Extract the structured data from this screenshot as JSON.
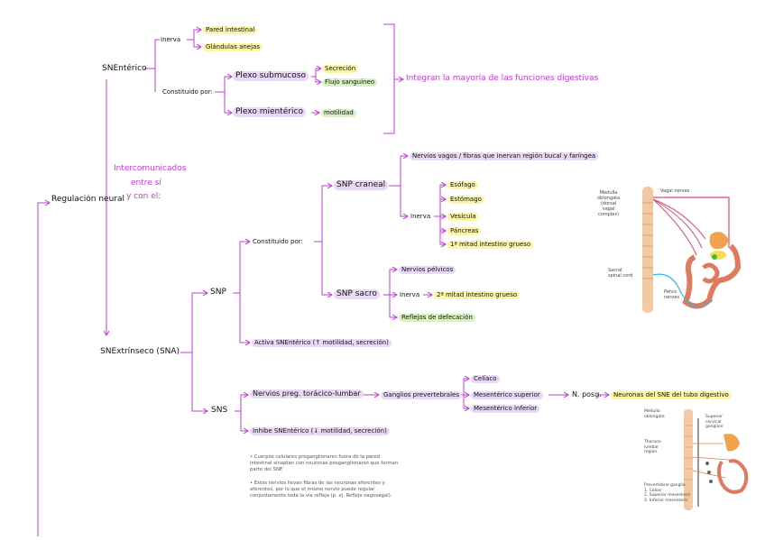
{
  "regulacion": "Regulación neural",
  "interconexion": [
    "Intercomunicados",
    "entre sí",
    "y con el:"
  ],
  "sne": {
    "label": "SNEntérico",
    "inerva": "Inerva",
    "inerva_items": [
      "Pared intestinal",
      "Glándulas anejas"
    ],
    "constituido": "Constituido por:",
    "submucoso": "Plexo submucoso",
    "submucoso_items": [
      "Secreción",
      "Flujo sanguíneo"
    ],
    "mienterico": "Plexo mientérico",
    "mienterico_item": "motilidad",
    "funcion": "Integran la mayoría de las funciones digestivas"
  },
  "sna": {
    "label": "SNExtrínseco (SNA)",
    "snp": {
      "label": "SNP",
      "constituido": "Constituido por:",
      "craneal": "SNP craneal",
      "craneal_nervios": "Nervios vagos / fibras que inervan región bucal y faríngea",
      "inerva": "Inerva",
      "craneal_items": [
        "Esófago",
        "Estómago",
        "Vesícula",
        "Páncreas",
        "1ª mitad intestino grueso"
      ],
      "sacro": "SNP sacro",
      "sacro_nervios": "Nervios pélvicos",
      "sacro_inerva": "Inerva",
      "sacro_item": "2ª mitad intestino grueso",
      "reflejos": "Reflejos de defecación",
      "activa": "Activa SNEntérico (↑ motilidad, secreción)"
    },
    "sns": {
      "label": "SNS",
      "nervios": "Nervios preg. torácico-lumbar",
      "ganglios": "Ganglios prevertebrales",
      "ganglios_items": [
        "Celíaco",
        "Mesentérico superior",
        "Mesentérico inferior"
      ],
      "npost": "N. posg.",
      "neuronas": "Neuronas del SNE del tubo digestivo",
      "inhibe": "Inhibe SNEntérico (↓ motilidad, secreción)"
    }
  },
  "notes": [
    "• Cuerpos celulares preganglionares fuera de la pared intestinal sinaptan con neuronas posganglionares que forman parte del SNE",
    "• Estos nervios llevan fibras de las neuronas eferentes y aferentes, por lo que el mismo nervio puede regular conjuntamente toda la vía refleja (p. ej. Reflejo vagovagal)."
  ],
  "fig1": {
    "medulla": [
      "Medulla",
      "oblongata",
      "(dorsal",
      "vagal",
      "complex)"
    ],
    "vagal": "Vagal nerves",
    "sacral": [
      "Sacral",
      "spinal cord"
    ],
    "pelvic": [
      "Pelvic",
      "nerves"
    ]
  },
  "fig2": {
    "medulla": [
      "Medulla",
      "oblongata"
    ],
    "superior": [
      "Superior",
      "cervical",
      "ganglion"
    ],
    "thoraco": [
      "Thoraco-",
      "lumbar",
      "region"
    ],
    "prevert": [
      "Prevertebral ganglia",
      "1. Celiac",
      "2. Superior mesenteric",
      "3. Inferior mesenteric"
    ]
  },
  "colors": {
    "line": "#c23bd8",
    "lavender": "#e8d9f6",
    "yellow": "#fbf6a8",
    "green": "#d8f3c2"
  }
}
